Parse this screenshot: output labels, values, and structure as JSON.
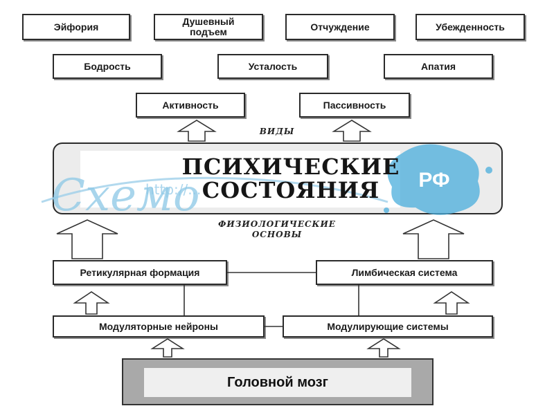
{
  "top_row": [
    "Эйфория",
    "Душевный подъем",
    "Отчуждение",
    "Убежденность"
  ],
  "second_row": [
    "Бодрость",
    "Усталость",
    "Апатия"
  ],
  "third_row": [
    "Активность",
    "Пассивность"
  ],
  "label_types": "ВИДЫ",
  "main_title": "ПСИХИЧЕСКИЕ СОСТОЯНИЯ",
  "label_basis": "ФИЗИОЛОГИЧЕСКИЕ ОСНОВЫ",
  "left_middle": "Ретикулярная формация",
  "right_middle": "Лимбическая система",
  "left_lower": "Модуляторные нейроны",
  "right_lower": "Модулирующие системы",
  "bottom": "Головной мозг",
  "watermark": {
    "script_text": "Схемо",
    "url_text": "http://...",
    "badge": "РФ",
    "color": "#4aaedc"
  }
}
